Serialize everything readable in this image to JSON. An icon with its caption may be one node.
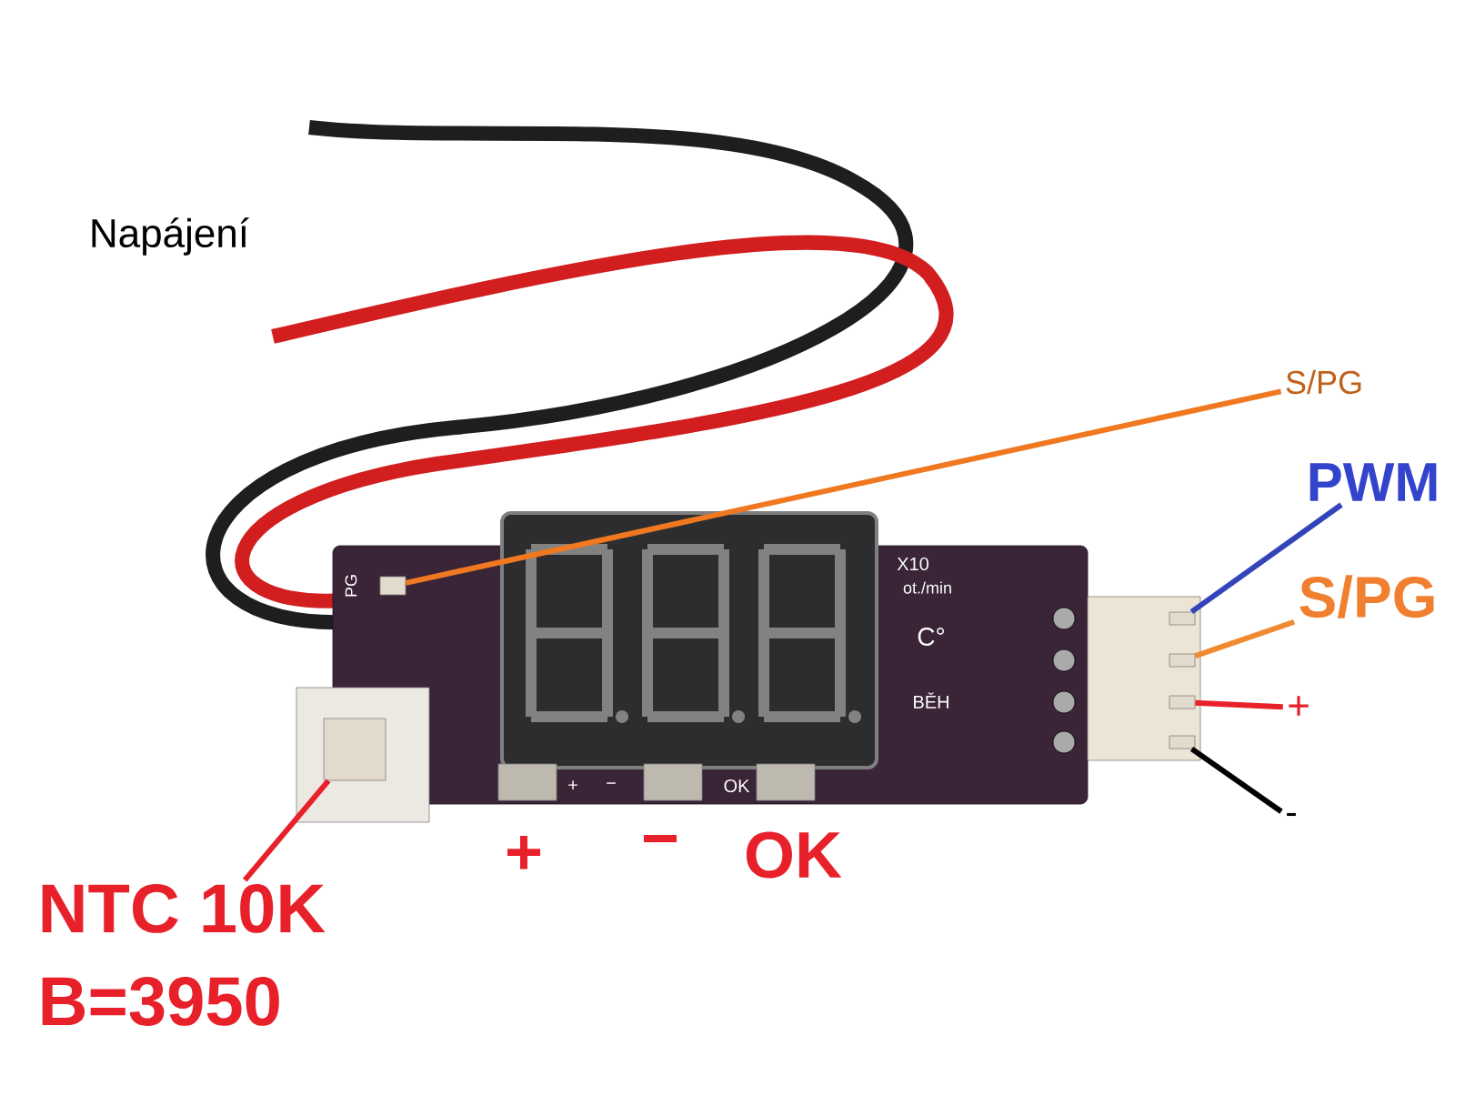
{
  "diagram": {
    "nodes": [
      {
        "text": [
          "S/PG"
        ]
      },
      {
        "text": [],
        "shape": "box"
      },
      {
        "text": [
          "PWM"
        ]
      },
      {
        "text": [
          "S/PG"
        ]
      },
      {
        "text": [
          "+"
        ]
      },
      {
        "text": [
          "-"
        ]
      },
      {
        "text": [],
        "shape": "box"
      },
      {
        "text": [],
        "shape": "box"
      },
      {
        "text": [],
        "shape": "box"
      },
      {
        "text": [],
        "shape": "box"
      },
      {
        "text": [
          "NTC 10K",
          "B=3950"
        ]
      },
      {
        "text": [],
        "shape": "box"
      }
    ],
    "edges": [
      {
        "from": 0,
        "to": 1,
        "arrow": "none",
        "color": "#f07820"
      },
      {
        "from": 2,
        "to": 6,
        "arrow": "none",
        "color": "#3344bb"
      },
      {
        "from": 3,
        "to": 7,
        "arrow": "none",
        "color": "#f08a30"
      },
      {
        "from": 4,
        "to": 8,
        "arrow": "none",
        "color": "#e8202a"
      },
      {
        "from": 5,
        "to": 9,
        "arrow": "none",
        "color": "#000000"
      },
      {
        "from": 10,
        "to": 11,
        "arrow": "none",
        "color": "#e8202a"
      }
    ],
    "labels": [
      "Napájení",
      "PG",
      "X10",
      "ot./min",
      "C°",
      "BĚH",
      "+",
      "−",
      "OK",
      "+",
      "−",
      "OK"
    ]
  }
}
